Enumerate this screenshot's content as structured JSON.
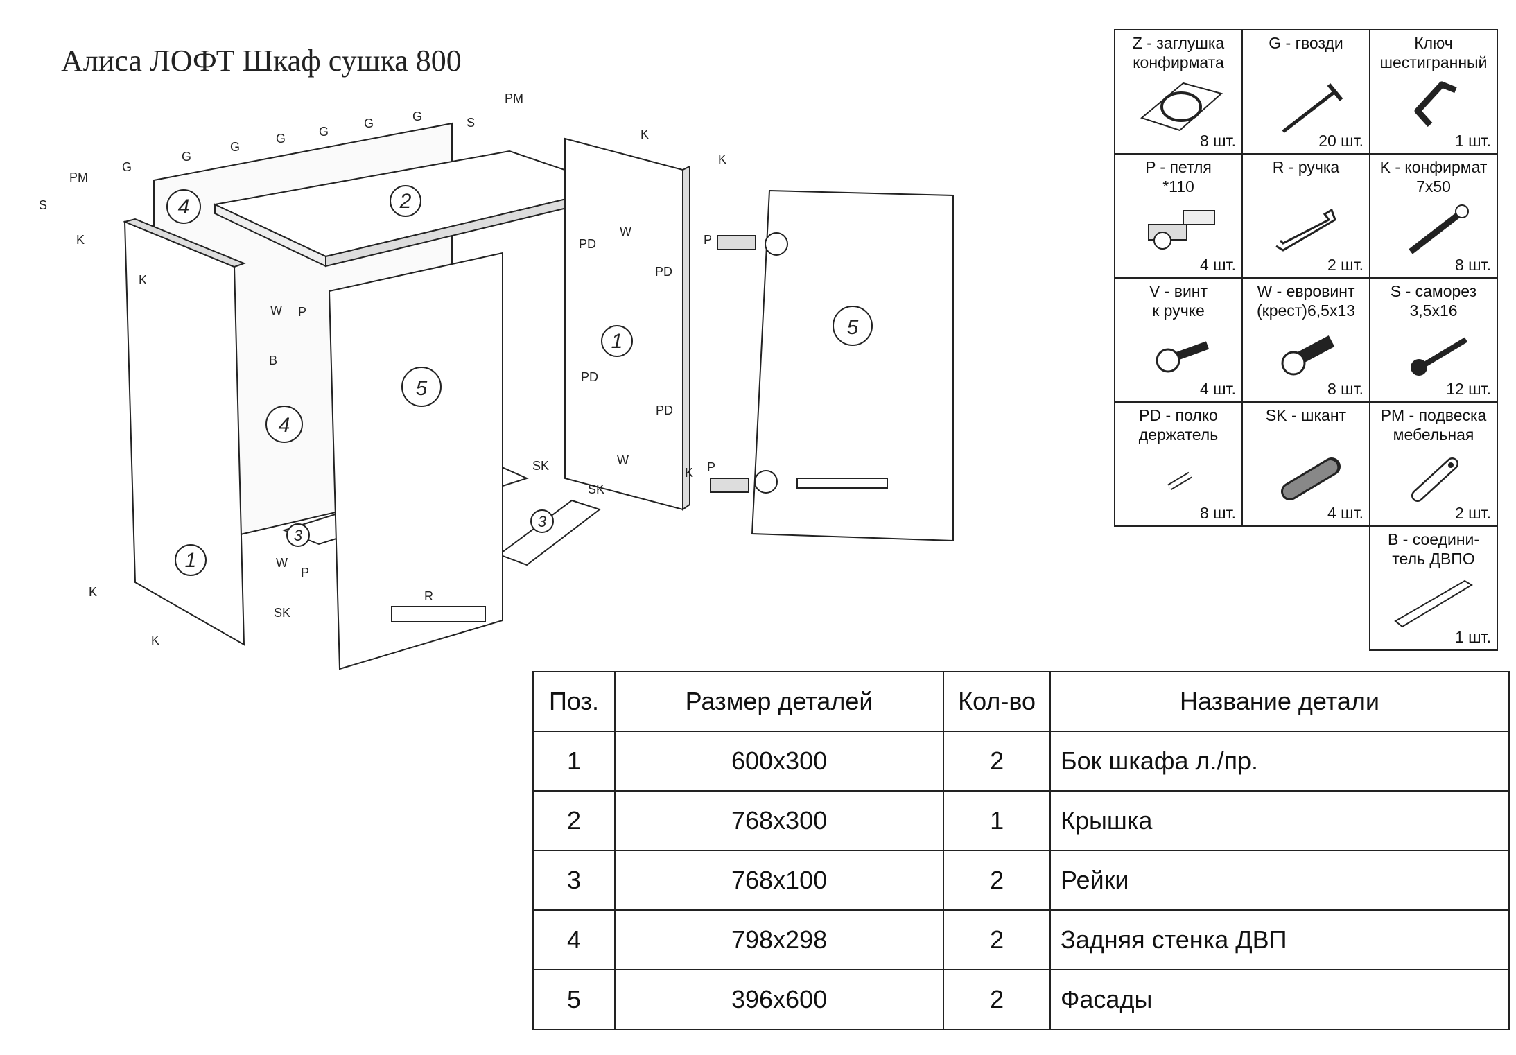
{
  "title": "Алиса ЛОФТ Шкаф сушка 800",
  "diagram": {
    "part_numbers": [
      "1",
      "2",
      "3",
      "4",
      "5"
    ],
    "fitting_codes": [
      "K",
      "S",
      "PM",
      "G",
      "W",
      "P",
      "B",
      "PD",
      "SK",
      "R"
    ]
  },
  "fittings": [
    {
      "label": "Z - заглушка\nконфирмата",
      "qty": "8 шт.",
      "icon": "confirmat-cap-icon"
    },
    {
      "label": "G - гвозди",
      "qty": "20 шт.",
      "icon": "nail-icon"
    },
    {
      "label": "Ключ\nшестигранный",
      "qty": "1 шт.",
      "icon": "hex-key-icon"
    },
    {
      "label": "P - петля\n*110",
      "qty": "4 шт.",
      "icon": "hinge-icon"
    },
    {
      "label": "R - ручка",
      "qty": "2 шт.",
      "icon": "handle-icon"
    },
    {
      "label": "K - конфирмат\n7х50",
      "qty": "8 шт.",
      "icon": "confirmat-screw-icon"
    },
    {
      "label": "V - винт\nк ручке",
      "qty": "4 шт.",
      "icon": "handle-screw-icon"
    },
    {
      "label": "W - евровинт\n(крест)6,5х13",
      "qty": "8 шт.",
      "icon": "euro-screw-icon"
    },
    {
      "label": "S - саморез\n3,5х16",
      "qty": "12 шт.",
      "icon": "self-tapping-screw-icon"
    },
    {
      "label": "PD - полко\nдержатель",
      "qty": "8 шт.",
      "icon": "shelf-support-icon"
    },
    {
      "label": "SK - шкант",
      "qty": "4 шт.",
      "icon": "dowel-icon"
    },
    {
      "label": "PM - подвеска\nмебельная",
      "qty": "2 шт.",
      "icon": "furniture-hanger-icon"
    },
    {
      "label": "B - соедини-\nтель ДВПО",
      "qty": "1 шт.",
      "icon": "connector-strip-icon"
    }
  ],
  "parts_table": {
    "headers": {
      "pos": "Поз.",
      "size": "Размер деталей",
      "qty": "Кол-во",
      "name": "Название детали"
    },
    "rows": [
      {
        "pos": "1",
        "size": "600х300",
        "qty": "2",
        "name": "Бок шкафа л./пр."
      },
      {
        "pos": "2",
        "size": "768х300",
        "qty": "1",
        "name": "Крышка"
      },
      {
        "pos": "3",
        "size": "768х100",
        "qty": "2",
        "name": "Рейки"
      },
      {
        "pos": "4",
        "size": "798х298",
        "qty": "2",
        "name": "Задняя стенка ДВП"
      },
      {
        "pos": "5",
        "size": "396х600",
        "qty": "2",
        "name": "Фасады"
      }
    ]
  }
}
